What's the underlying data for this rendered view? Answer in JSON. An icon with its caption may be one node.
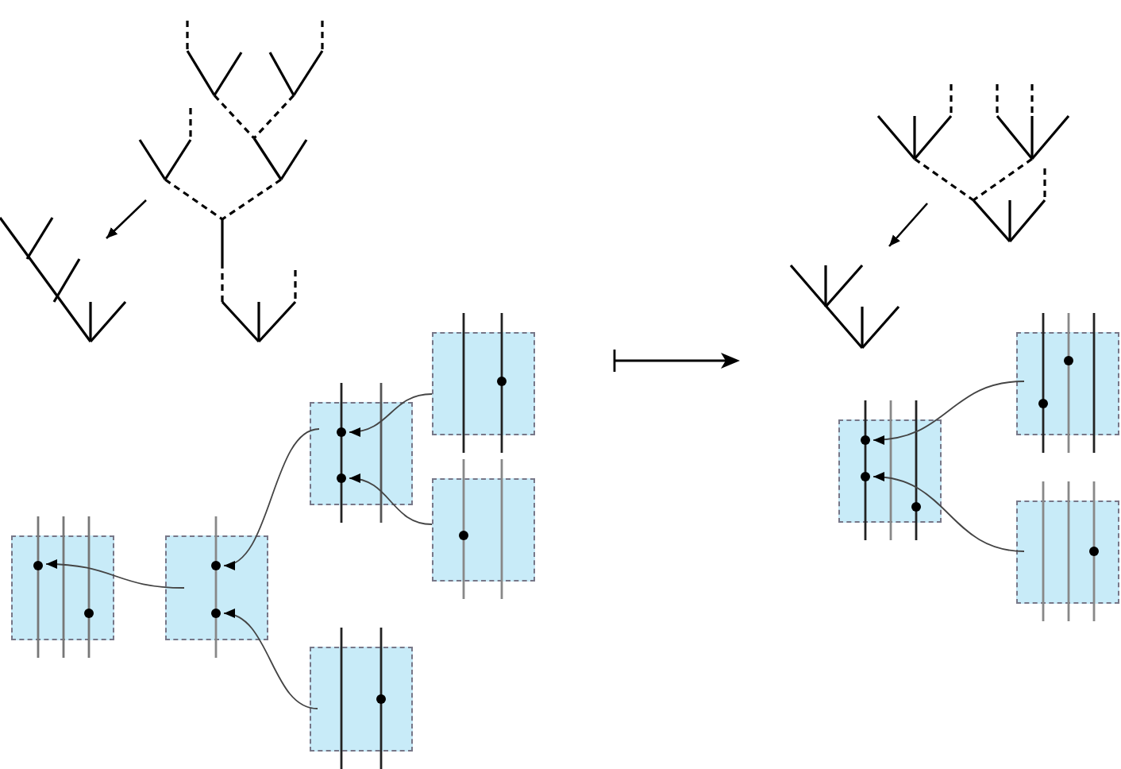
{
  "diagram": {
    "nodes": [
      {
        "text": [],
        "shape": "tree"
      },
      {
        "text": [],
        "shape": "tree"
      },
      {
        "text": [],
        "shape": "tree"
      },
      {
        "text": [],
        "shape": "tree"
      },
      {
        "text": [],
        "shape": "box"
      },
      {
        "text": [],
        "shape": "box"
      },
      {
        "text": [],
        "shape": "box"
      },
      {
        "text": [],
        "shape": "box"
      },
      {
        "text": [],
        "shape": "box"
      },
      {
        "text": [],
        "shape": "box"
      },
      {
        "text": [],
        "shape": "box"
      },
      {
        "text": [],
        "shape": "box"
      },
      {
        "text": [],
        "shape": "box"
      }
    ],
    "edges": [
      {
        "from": 0,
        "to": 1,
        "arrow": "to"
      },
      {
        "from": 2,
        "to": 3,
        "arrow": "to"
      },
      {
        "from": 4,
        "to": 5,
        "arrow": "to"
      },
      {
        "from": 6,
        "to": 5,
        "arrow": "to"
      },
      {
        "from": 5,
        "to": 8,
        "arrow": "to"
      },
      {
        "from": 9,
        "to": 8,
        "arrow": "to"
      },
      {
        "from": 8,
        "to": 7,
        "arrow": "to"
      },
      {
        "from": 10,
        "to": 11,
        "arrow": "to"
      },
      {
        "from": 12,
        "to": 11,
        "arrow": "to"
      }
    ]
  }
}
